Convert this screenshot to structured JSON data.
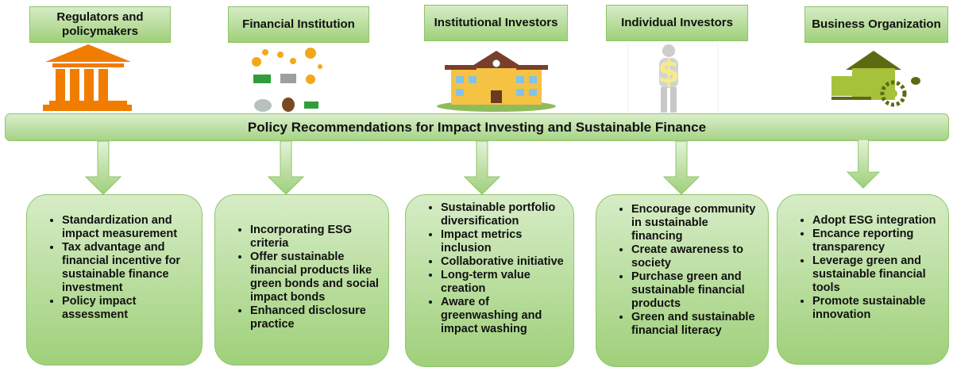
{
  "title": "Policy Recommendations for Impact Investing and Sustainable Finance",
  "stakeholders": [
    {
      "label": "Regulators and policymakers",
      "icon": "government-building-icon",
      "items": [
        "Standardization and impact measurement",
        "Tax advantage and financial incentive for sustainable finance investment",
        "Policy impact assessment"
      ]
    },
    {
      "label": "Financial Institution",
      "icon": "finance-icons",
      "items": [
        "Incorporating ESG criteria",
        "Offer sustainable financial products like green bonds and social impact bonds",
        "Enhanced disclosure practice"
      ]
    },
    {
      "label": "Institutional Investors",
      "icon": "school-building-icon",
      "items": [
        "Sustainable portfolio diversification",
        "Impact metrics inclusion",
        "Collaborative initiative",
        "Long-term value creation",
        "Aware of greenwashing and impact washing"
      ]
    },
    {
      "label": "Individual Investors",
      "icon": "person-dollar-icon",
      "items": [
        "Encourage community in sustainable financing",
        "Create awareness to society",
        "Purchase green and sustainable financial products",
        "Green and sustainable financial literacy"
      ]
    },
    {
      "label": "Business Organization",
      "icon": "green-factory-icon",
      "items": [
        "Adopt ESG integration",
        "Encance reporting transparency",
        "Leverage green and sustainable financial tools",
        "Promote sustainable innovation"
      ]
    }
  ]
}
